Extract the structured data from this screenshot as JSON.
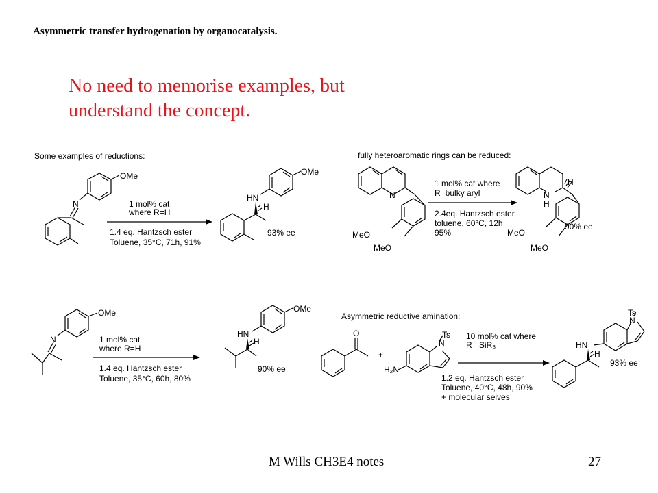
{
  "slide": {
    "title": "Asymmetric transfer hydrogenation by organocatalysis.",
    "note_line_1": "No need to memorise examples, but",
    "note_line_2": "understand the concept.",
    "footer_left": "M Wills CH3E4 notes",
    "footer_right": "27",
    "accent_color": "#e8141b"
  },
  "scheme_top_left": {
    "heading": "Some examples of reductions:",
    "reactant_labels": {
      "methoxy": "OMe",
      "imine_n": "N"
    },
    "conditions_above": [
      "1 mol% cat",
      "where R=H"
    ],
    "conditions_below": [
      "1.4 eq. Hantzsch ester",
      "Toluene, 35°C, 71h, 91%"
    ],
    "product_labels": {
      "methoxy": "OMe",
      "amine": "HN",
      "stereo_h": "H"
    },
    "ee": "93% ee"
  },
  "scheme_top_right": {
    "heading": "fully heteroaromatic rings can be reduced:",
    "reactant_labels": {
      "ring_n": "N",
      "ome_a": "MeO",
      "ome_b": "MeO"
    },
    "conditions_above": [
      "1 mol% cat where",
      "R=bulky aryl"
    ],
    "conditions_below": [
      "2.4eq. Hantzsch ester",
      "toluene, 60°C, 12h",
      "95%"
    ],
    "product_labels": {
      "ring_n": "N",
      "ring_nh": "H",
      "stereo_h": "H",
      "ome_a": "MeO",
      "ome_b": "MeO"
    },
    "ee": "90% ee"
  },
  "scheme_bottom_left": {
    "reactant_labels": {
      "methoxy": "OMe",
      "imine_n": "N"
    },
    "conditions_above": [
      "1 mol% cat",
      "where R=H"
    ],
    "conditions_below": [
      "1.4 eq. Hantzsch ester",
      "Toluene, 35°C, 60h, 80%"
    ],
    "product_labels": {
      "methoxy": "OMe",
      "amine": "HN",
      "stereo_h": "H"
    },
    "ee": "90% ee"
  },
  "scheme_bottom_right": {
    "heading": "Asymmetric reductive amination:",
    "reactant_labels": {
      "carbonyl_o": "O",
      "plus": "+",
      "amine": "H₂N",
      "indole_n": "N",
      "tosyl": "Ts"
    },
    "conditions_above": [
      "10 mol% cat where",
      "R= SiR₃"
    ],
    "conditions_below": [
      "1.2 eq. Hantzsch ester",
      "Toluene, 40°C, 48h, 90%",
      "+ molecular seives"
    ],
    "product_labels": {
      "tosyl": "Ts",
      "indole_n": "N",
      "amine": "HN",
      "stereo_h": "H"
    },
    "ee": "93% ee"
  }
}
